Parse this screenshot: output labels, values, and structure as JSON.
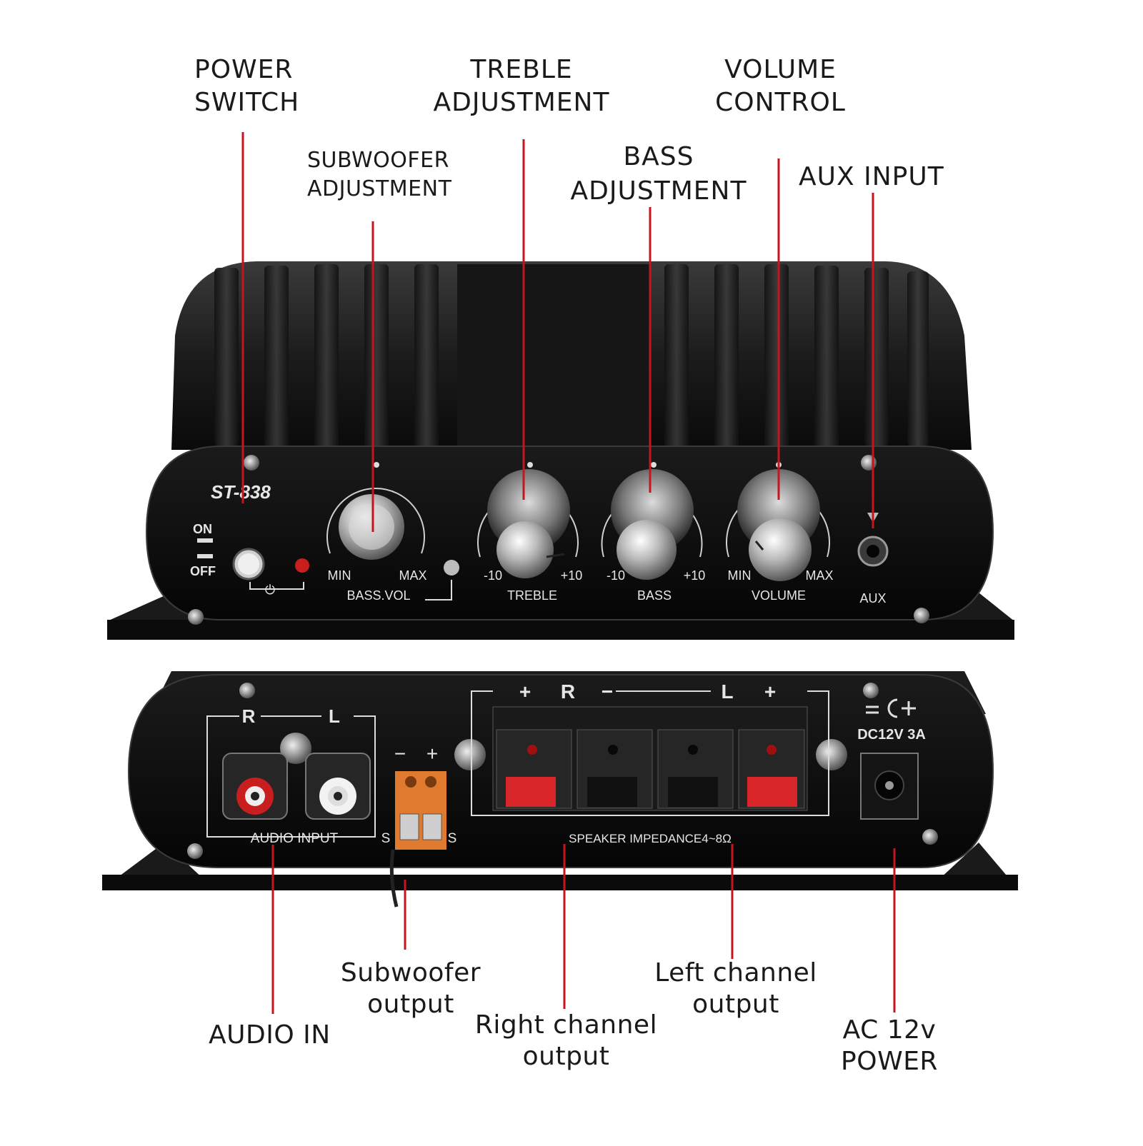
{
  "callouts_top": {
    "power_switch": [
      "POWER",
      "SWITCH"
    ],
    "treble": [
      "TREBLE",
      "ADJUSTMENT"
    ],
    "volume": [
      "VOLUME",
      "CONTROL"
    ],
    "subwoofer": [
      "SUBWOOFER",
      "ADJUSTMENT"
    ],
    "bass": [
      "BASS",
      "ADJUSTMENT"
    ],
    "aux": [
      "AUX INPUT"
    ]
  },
  "callouts_bottom": {
    "audio_in": [
      "AUDIO IN"
    ],
    "subwoofer_output": [
      "Subwoofer",
      "output"
    ],
    "right_channel": [
      "Right channel",
      "output"
    ],
    "left_channel": [
      "Left channel",
      "output"
    ],
    "ac_power": [
      "AC 12v",
      "POWER"
    ]
  },
  "front_panel": {
    "model": "ST-838",
    "switch_on": "ON",
    "switch_off": "OFF",
    "knob_bass_vol": {
      "min": "MIN",
      "max": "MAX",
      "label": "BASS.VOL"
    },
    "knob_treble": {
      "min": "-10",
      "max": "+10",
      "label": "TREBLE"
    },
    "knob_bass": {
      "min": "-10",
      "max": "+10",
      "label": "BASS"
    },
    "knob_volume": {
      "min": "MIN",
      "max": "MAX",
      "label": "VOLUME"
    },
    "aux_label": "AUX"
  },
  "rear_panel": {
    "rca_r": "R",
    "rca_l": "L",
    "audio_input_label": "AUDIO INPUT",
    "sub_minus": "−",
    "sub_plus": "+",
    "sub_label_left": "S",
    "sub_label_right": "S",
    "speaker_plus_r": "+",
    "speaker_r": "R",
    "speaker_minus_r": "−",
    "speaker_l": "L",
    "speaker_plus_l": "+",
    "speaker_impedance": "SPEAKER IMPEDANCE4~8Ω",
    "dc_label": "DC12V 3A"
  },
  "colors": {
    "leader": "#c4161c",
    "body": "#141414",
    "panel": "#0c0c0c",
    "text": "#1a1a1a",
    "rca_red": "#c81e1e",
    "terminal_orange": "#e07a2e",
    "clip_red": "#d8262a"
  }
}
